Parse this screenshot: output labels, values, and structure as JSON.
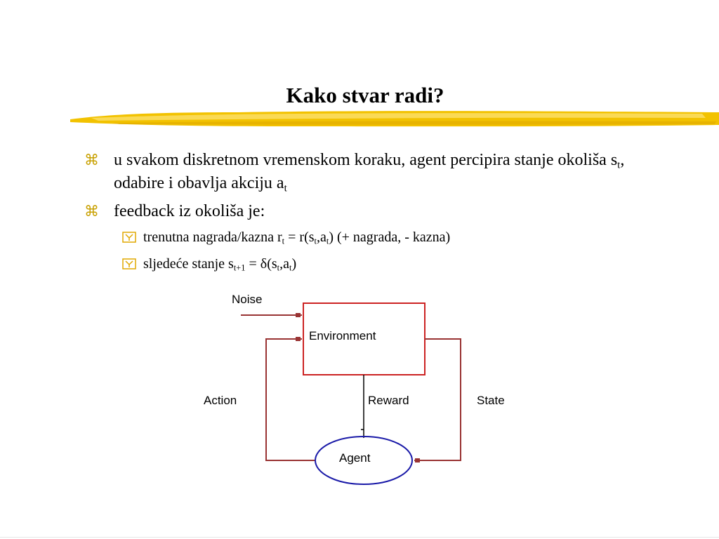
{
  "slide": {
    "title": "Kako stvar radi?",
    "bullets": [
      {
        "parts": [
          "u svakom diskretnom vremenskom koraku, agent percipira stanje okoliša s",
          "t",
          ", odabire i obavlja akciju a",
          "t"
        ]
      },
      {
        "text": "feedback iz okoliša je:"
      }
    ],
    "subbullets": [
      {
        "parts": [
          "trenutna nagrada/kazna r",
          "t",
          " = r(s",
          "t",
          ",a",
          "t",
          ") (+ nagrada, - kazna)"
        ]
      },
      {
        "parts": [
          "sljedeće stanje s",
          "t+1",
          " = δ(s",
          "t",
          ",a",
          "t",
          ")"
        ]
      }
    ]
  },
  "diagram": {
    "noise_label": "Noise",
    "environment_label": "Environment",
    "action_label": "Action",
    "reward_label": "Reward",
    "state_label": "State",
    "agent_label": "Agent",
    "colors": {
      "environment_border": "#cc2222",
      "agent_border": "#1a1aa8",
      "connector": "#993333",
      "reward_line": "#000000"
    }
  },
  "decor": {
    "bullet_icon": "z-bullet-icon",
    "sub_bullet_icon": "checkbox-y-icon",
    "accent_color": "#f2c200"
  }
}
